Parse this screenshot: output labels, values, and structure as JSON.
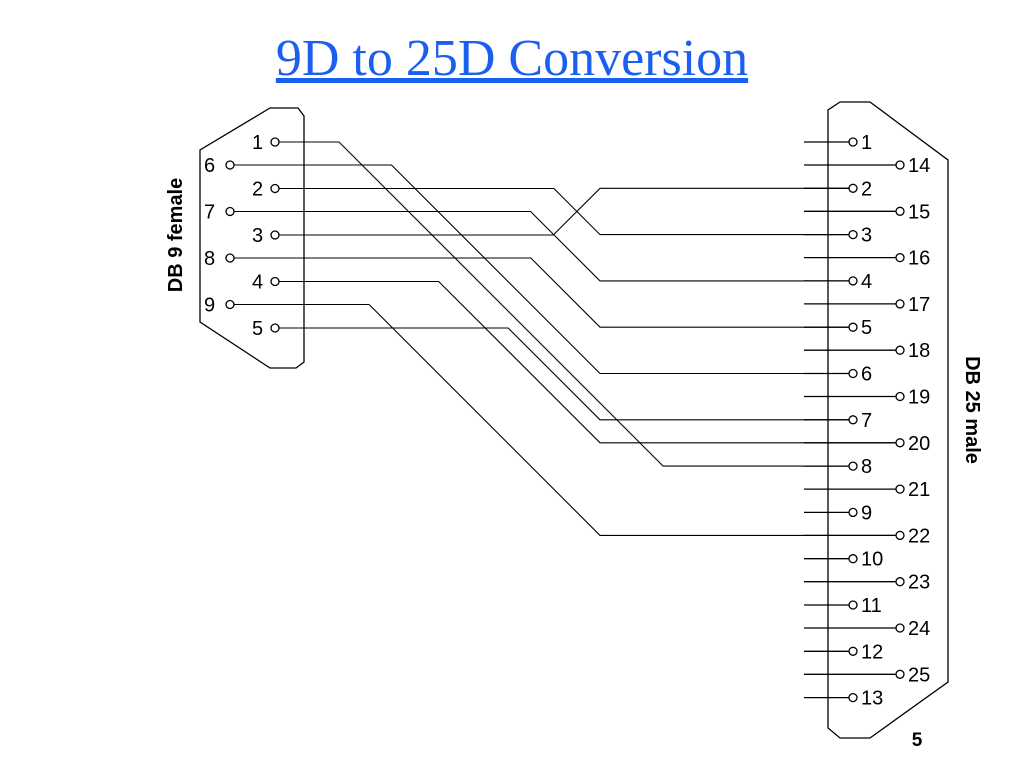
{
  "slide": {
    "title": "9D to 25D Conversion",
    "page_number": "5"
  },
  "db9": {
    "label": "DB 9 female",
    "pins": [
      "1",
      "2",
      "3",
      "4",
      "5",
      "6",
      "7",
      "8",
      "9"
    ]
  },
  "db25": {
    "label": "DB 25 male",
    "pins": [
      "1",
      "2",
      "3",
      "4",
      "5",
      "6",
      "7",
      "8",
      "9",
      "10",
      "11",
      "12",
      "13",
      "14",
      "15",
      "16",
      "17",
      "18",
      "19",
      "20",
      "21",
      "22",
      "23",
      "24",
      "25"
    ]
  },
  "wiring": [
    {
      "from": "1",
      "to": "8"
    },
    {
      "from": "2",
      "to": "3"
    },
    {
      "from": "3",
      "to": "2"
    },
    {
      "from": "4",
      "to": "20"
    },
    {
      "from": "5",
      "to": "7"
    },
    {
      "from": "6",
      "to": "6"
    },
    {
      "from": "7",
      "to": "4"
    },
    {
      "from": "8",
      "to": "5"
    },
    {
      "from": "9",
      "to": "22"
    }
  ],
  "colors": {
    "title": "#1a5ff0",
    "line": "#000000"
  }
}
